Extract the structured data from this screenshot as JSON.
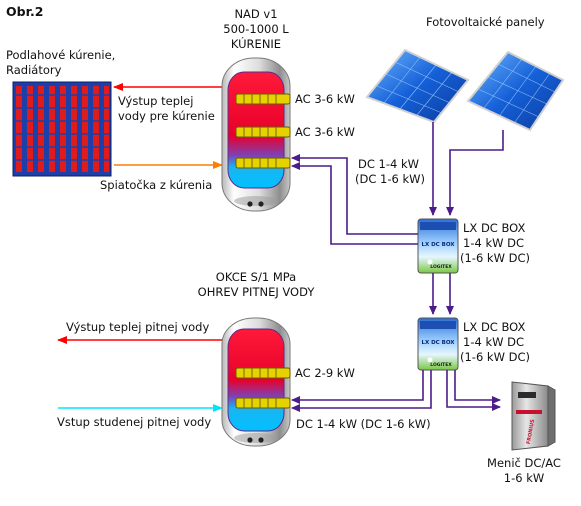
{
  "figure_label": "Obr.2",
  "tank_top": {
    "title_line1": "NAD v1",
    "title_line2": "500-1000 L",
    "title_line3": "KÚRENIE",
    "heater_ac1": "AC 3-6 kW",
    "heater_ac2": "AC 3-6 kW",
    "heater_dc_line1": "DC 1-4 kW",
    "heater_dc_line2": "(DC 1-6 kW)"
  },
  "radiator": {
    "label_line1": "Podlahové kúrenie,",
    "label_line2": "Radiátory",
    "outlet_line1": "Výstup teplej",
    "outlet_line2": "vody pre kúrenie",
    "return_label": "Spiatočka z kúrenia"
  },
  "panels": {
    "label": "Fotovoltaické panely"
  },
  "dc_box_top": {
    "device_text": "LX DC BOX",
    "brand_text": "LOGITEX",
    "line1": "LX DC BOX",
    "line2": "1-4 kW DC",
    "line3": "(1-6 kW DC)"
  },
  "dc_box_bottom": {
    "device_text": "LX DC BOX",
    "brand_text": "LOGITEX",
    "line1": "LX DC BOX",
    "line2": "1-4 kW DC",
    "line3": "(1-6 kW DC)"
  },
  "tank_bottom": {
    "title_line1": "OKCE S/1 MPa",
    "title_line2": "OHREV PITNEJ VODY",
    "heater_ac": "AC 2-9 kW",
    "heater_dc": "DC 1-4 kW (DC 1-6 kW)",
    "hot_outlet": "Výstup teplej pitnej vody",
    "cold_inlet": "Vstup studenej pitnej vody"
  },
  "inverter": {
    "label_line1": "Menič DC/AC",
    "label_line2": "1-6 kW",
    "brand_text": "FRONIUS"
  },
  "colors": {
    "red_flow": "#ff0000",
    "orange_flow": "#ff7f00",
    "cyan_flow": "#00e5ff",
    "dc_wiring": "#4b1c8a",
    "tank_hot": "#e8002a",
    "tank_cold": "#00b4f0",
    "radiator_blue": "#1f3fa8",
    "radiator_red": "#e01b1b"
  }
}
